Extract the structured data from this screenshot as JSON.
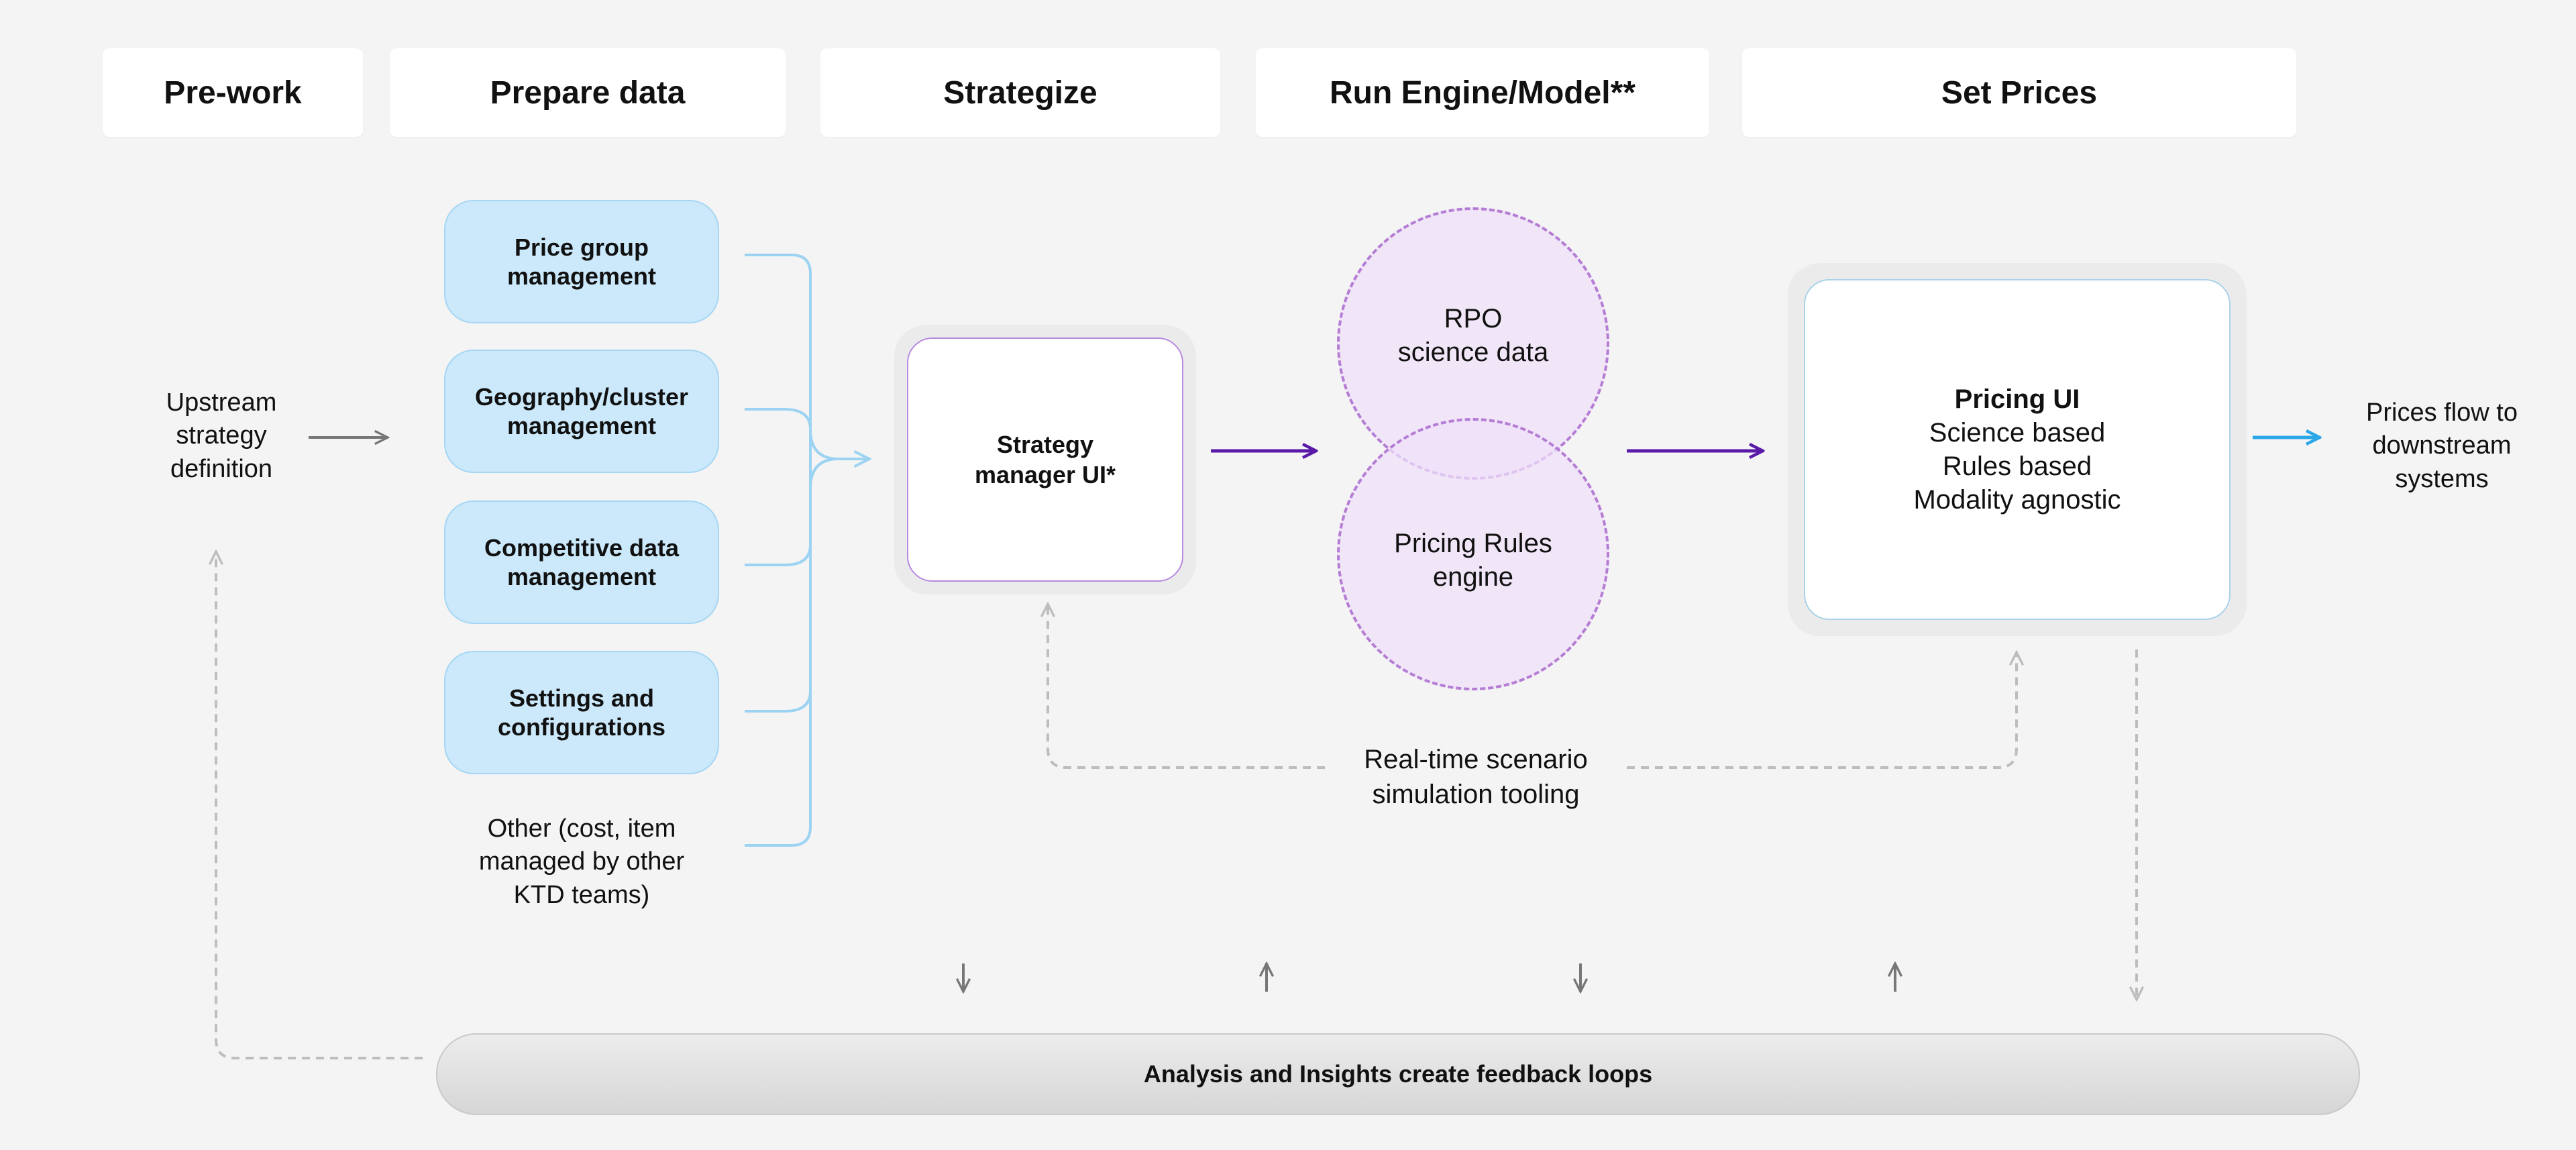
{
  "headers": {
    "pre_work": "Pre-work",
    "prepare_data": "Prepare data",
    "strategize": "Strategize",
    "run_engine": "Run Engine/Model**",
    "set_prices": "Set Prices"
  },
  "upstream": {
    "text": "Upstream\nstrategy\ndefinition"
  },
  "data_boxes": [
    {
      "label": "Price group\nmanagement"
    },
    {
      "label": "Geography/cluster\nmanagement"
    },
    {
      "label": "Competitive data\nmanagement"
    },
    {
      "label": "Settings and\nconfigurations"
    }
  ],
  "other": {
    "text": "Other (cost, item\nmanaged by other\nKTD teams)"
  },
  "strategy": {
    "label": "Strategy\nmanager UI*"
  },
  "engine": {
    "rpo": "RPO\nscience data",
    "rules": "Pricing Rules\nengine"
  },
  "pricing_ui": {
    "title": "Pricing UI",
    "lines": [
      "Science based",
      "Rules based",
      "Modality agnostic"
    ]
  },
  "downstream": {
    "text": "Prices flow to\ndownstream\nsystems"
  },
  "simulation": {
    "text": "Real-time scenario\nsimulation tooling"
  },
  "feedback": {
    "label": "Analysis and Insights create feedback loops"
  },
  "colors": {
    "blue_fill": "#cbe9fb",
    "blue_line": "#a5d6f4",
    "purple_arrow": "#5a1aa8",
    "cyan_arrow": "#2ba7e8",
    "dashed_gray": "#bdbdbd"
  }
}
